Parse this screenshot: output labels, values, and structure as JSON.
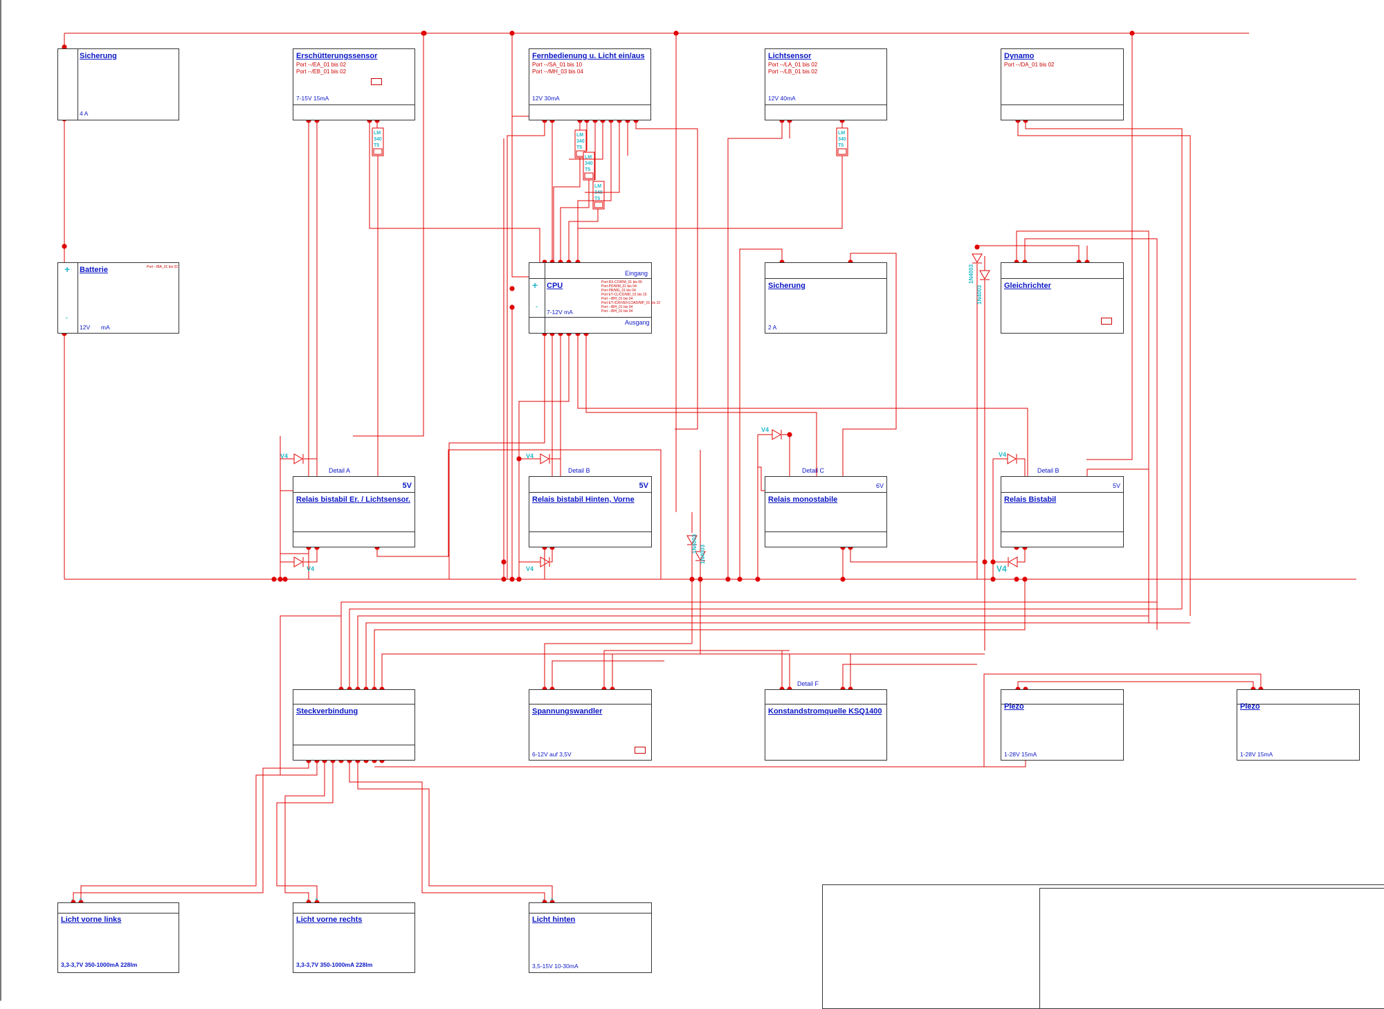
{
  "components": {
    "sicherung_top": {
      "title": "Sicherung",
      "spec": "4 A"
    },
    "erschuetterung": {
      "title": "Erschütterungssensor",
      "ports": [
        "Port --/EA_01 bis 02",
        "Port --/EB_01 bis 02"
      ],
      "spec": "7-15V 15mA"
    },
    "fernbedienung": {
      "title": "Fernbedienung u. Licht ein/aus",
      "ports": [
        "Port --/SA_01 bis 10",
        "Port --/MH_03 bis 04"
      ],
      "spec": "12V 30mA"
    },
    "lichtsensor": {
      "title": "Lichtsensor",
      "ports": [
        "Port --/LA_01 bis 02",
        "Port --/LB_01 bis 02"
      ],
      "spec": "12V 40mA"
    },
    "dynamo": {
      "title": "Dynamo",
      "ports": [
        "Port --/DA_01 bis 02"
      ]
    },
    "batterie": {
      "title": "Batterie",
      "port": "Port --/BA_01 bis 02",
      "spec_v": "12V",
      "spec_a": "mA"
    },
    "cpu": {
      "title": "CPU",
      "eingang": "Eingang",
      "ausgang": "Ausgang",
      "spec": "7-12V mA",
      "ports": [
        "Port RX-CO/RM_01 bis 06",
        "Port PD/WM_01 bis 04",
        "Port PB/MG_01 bis 04",
        "Port ET-CL/CD/MD_01 bis 15",
        "Port --/BH_01 bis 04",
        "Port ET-ICR/VEF/LOAD/MP_01 bis 10",
        "Port --/BH_01 bis 04",
        "Port --/BH_01 bis 04"
      ]
    },
    "sicherung_mid": {
      "title": "Sicherung",
      "spec": "2 A"
    },
    "gleichrichter": {
      "title": "Gleichrichter"
    },
    "relais_a": {
      "title": "Relais bistabil Er. / Lichtsensor.",
      "detail": "Detail A",
      "volt": "5V"
    },
    "relais_b": {
      "title": "Relais bistabil Hinten, Vorne",
      "detail": "Detail B",
      "volt": "5V"
    },
    "relais_c": {
      "title": "Relais monostabile",
      "detail": "Detail C",
      "volt": "6V"
    },
    "relais_d": {
      "title": "Relais Bistabil",
      "detail": "Detail B",
      "volt": "5V"
    },
    "steckverbindung": {
      "title": "Steckverbindung"
    },
    "spannungswandler": {
      "title": "Spannungswandler",
      "spec": "6-12V auf 3,5V"
    },
    "konstantstrom": {
      "title": "Konstandstromquelle KSQ1400",
      "detail": "Detail F"
    },
    "piezo1": {
      "title": "Piezo",
      "spec": "1-28V 15mA"
    },
    "piezo2": {
      "title": "Piezo",
      "spec": "1-28V 15mA"
    },
    "licht_vl": {
      "title": "Licht vorne links",
      "spec": "3,3-3,7V 350-1000mA 228lm"
    },
    "licht_vr": {
      "title": "Licht vorne rechts",
      "spec": "3,3-3,7V 350-1000mA 228lm"
    },
    "licht_h": {
      "title": "Licht hinten",
      "spec": "3,5-15V 10-30mA"
    }
  },
  "labels": {
    "regulator": [
      "LM",
      "340",
      "T5"
    ],
    "diode_v4": "V4",
    "diode_1n4003": "1N4003",
    "plus": "+",
    "minus": "-"
  },
  "colors": {
    "wire": "#e00000",
    "node": "#e00000",
    "title": "#0b17c4",
    "pin": "#22b8c8"
  }
}
